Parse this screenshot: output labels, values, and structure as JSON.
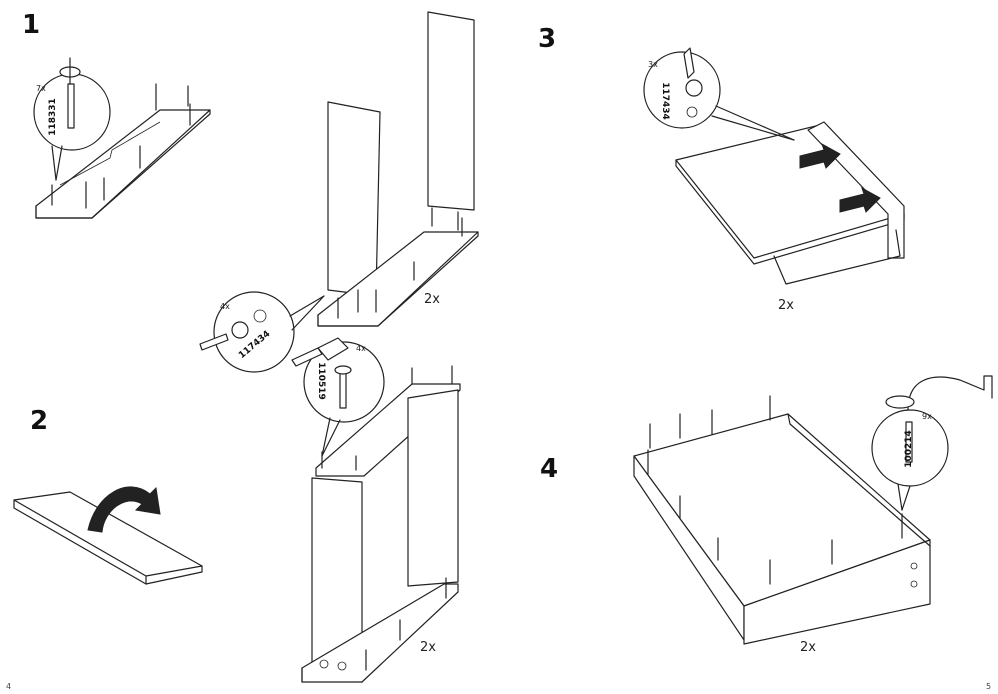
{
  "steps": [
    {
      "number": "1"
    },
    {
      "number": "2"
    },
    {
      "number": "3"
    },
    {
      "number": "4"
    }
  ],
  "quantities": {
    "step1_panels": "2x",
    "step1_frame": "2x",
    "step3": "2x",
    "step4": "2x"
  },
  "detail_callouts": {
    "dowel": {
      "count": "7x",
      "part": "118331"
    },
    "cam_lock_step1": {
      "count": "4x",
      "part": "117434"
    },
    "cam_bolt": {
      "count": "4x",
      "part": "110519"
    },
    "cam_lock_step3": {
      "count": "3x",
      "part": "117434"
    },
    "screw": {
      "count": "9x",
      "part": "100214"
    }
  },
  "page_numbers": {
    "left": "4",
    "right": "5"
  }
}
